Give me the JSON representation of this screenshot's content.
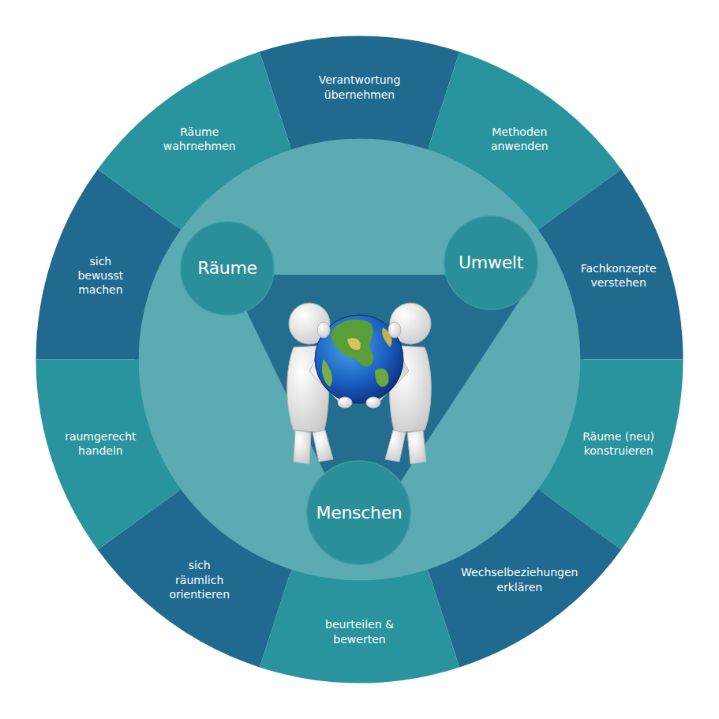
{
  "diagram": {
    "nodes": [
      {
        "text": [
          "Verantwortung übernehmen"
        ]
      },
      {
        "text": [
          "Methoden anwenden"
        ]
      },
      {
        "text": [
          "Fachkonzepte verstehen"
        ]
      },
      {
        "text": [
          "Räume (neu) konstruieren"
        ]
      },
      {
        "text": [
          "Wechselbeziehungen erklären"
        ]
      },
      {
        "text": [
          "beurteilen & bewerten"
        ]
      },
      {
        "text": [
          "sich räumlich orientieren"
        ]
      },
      {
        "text": [
          "raumgerecht handeln"
        ]
      },
      {
        "text": [
          "sich bewusst machen"
        ]
      },
      {
        "text": [
          "Räume wahrnehmen"
        ]
      },
      {
        "text": [
          "Räume"
        ]
      },
      {
        "text": [
          "Umwelt"
        ]
      },
      {
        "text": [
          "Menschen"
        ]
      }
    ]
  }
}
